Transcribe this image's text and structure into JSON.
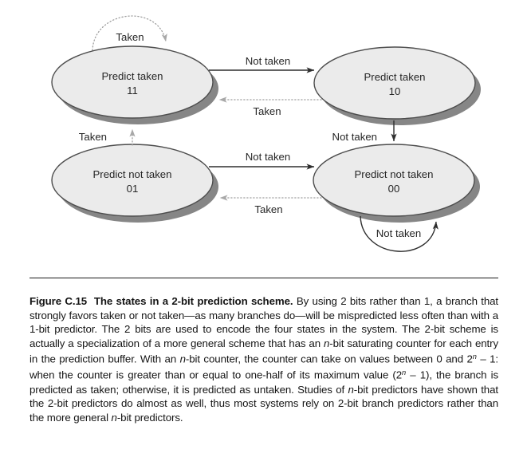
{
  "figure": {
    "states": [
      {
        "label": "Predict taken",
        "bits": "11",
        "position": "top-left"
      },
      {
        "label": "Predict taken",
        "bits": "10",
        "position": "top-right"
      },
      {
        "label": "Predict not taken",
        "bits": "01",
        "position": "bottom-left"
      },
      {
        "label": "Predict not taken",
        "bits": "00",
        "position": "bottom-right"
      }
    ],
    "transitions": [
      {
        "from": "11",
        "to": "11",
        "event": "Taken",
        "style": "dotted"
      },
      {
        "from": "11",
        "to": "10",
        "event": "Not taken",
        "style": "solid"
      },
      {
        "from": "10",
        "to": "11",
        "event": "Taken",
        "style": "dotted"
      },
      {
        "from": "01",
        "to": "11",
        "event": "Taken",
        "style": "dotted"
      },
      {
        "from": "10",
        "to": "00",
        "event": "Not taken",
        "style": "solid"
      },
      {
        "from": "01",
        "to": "00",
        "event": "Not taken",
        "style": "solid"
      },
      {
        "from": "00",
        "to": "01",
        "event": "Taken",
        "style": "dotted"
      },
      {
        "from": "00",
        "to": "00",
        "event": "Not taken",
        "style": "solid"
      }
    ]
  },
  "caption": {
    "segments": [
      {
        "s": "b",
        "t": "Figure C.15"
      },
      {
        "s": "b",
        "t": "  The states in a 2-bit prediction scheme."
      },
      {
        "s": "n",
        "t": " By using 2 bits rather than 1, a branch that strongly favors taken or not taken—as many branches do—will be mispredicted less often than with a 1-bit predictor. The 2 bits are used to encode the four states in the system. The 2-bit scheme is actually a specialization of a more general scheme that has an "
      },
      {
        "s": "i",
        "t": "n"
      },
      {
        "s": "n",
        "t": "-bit saturating counter for each entry in the prediction buffer. With an "
      },
      {
        "s": "i",
        "t": "n"
      },
      {
        "s": "n",
        "t": "-bit counter, the counter can take on values between 0 and 2"
      },
      {
        "s": "sup",
        "t": "n"
      },
      {
        "s": "n",
        "t": " – 1: when the counter is greater than or equal to one-half of its maximum value (2"
      },
      {
        "s": "sup",
        "t": "n"
      },
      {
        "s": "n",
        "t": " – 1), the branch is predicted as taken; otherwise, it is predicted as untaken. Studies of "
      },
      {
        "s": "i",
        "t": "n"
      },
      {
        "s": "n",
        "t": "-bit predictors have shown that the 2-bit predictors do almost as well, thus most systems rely on 2-bit branch predictors rather than the more general "
      },
      {
        "s": "i",
        "t": "n"
      },
      {
        "s": "n",
        "t": "-bit predictors."
      }
    ]
  },
  "colors": {
    "state_fill": "#ebebeb",
    "state_stroke": "#4d4d4d",
    "state_shadow": "#868686",
    "solid_arrow": "#2e2e2e",
    "dotted_arrow": "#a0a0a0",
    "text": "#151515"
  }
}
